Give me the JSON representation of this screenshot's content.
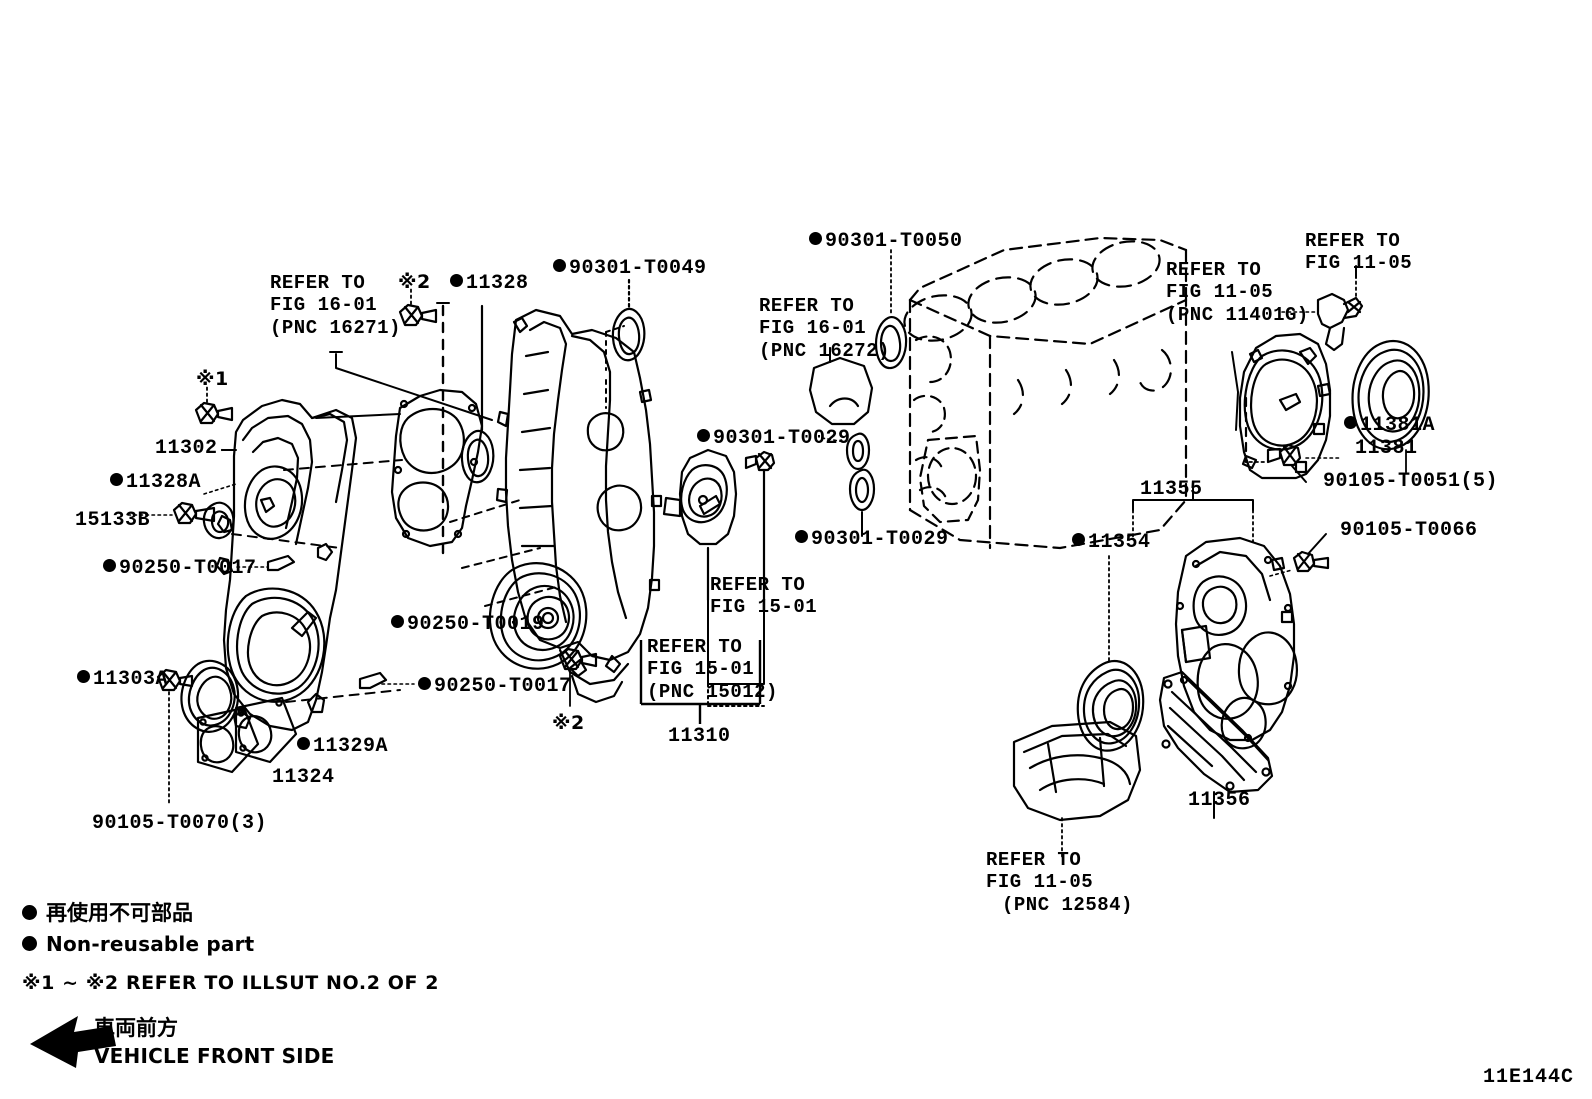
{
  "diagram": {
    "figure_code": "11E144C",
    "title": "Engine Timing Cover / Oil Seal Parts Diagram"
  },
  "legend": {
    "jp_nonreusable": "再使用不可部品",
    "en_nonreusable": "Non-reusable part",
    "illust_note": "※1 ~ ※2 REFER TO ILLSUT NO.2 OF 2",
    "jp_front": "車両前方",
    "en_front": "VEHICLE FRONT SIDE"
  },
  "marks": {
    "star1": "※1",
    "star2a": "※2",
    "star2b": "※2"
  },
  "parts": [
    {
      "id": "p11302",
      "label": "11302",
      "dot": false
    },
    {
      "id": "p11328A",
      "label": "11328A",
      "dot": true
    },
    {
      "id": "p15133B",
      "label": "15133B",
      "dot": false
    },
    {
      "id": "p90250a",
      "label": "90250-T0017",
      "dot": true
    },
    {
      "id": "p11303A",
      "label": "11303A",
      "dot": true
    },
    {
      "id": "p11329A",
      "label": "11329A",
      "dot": true
    },
    {
      "id": "p11324",
      "label": "11324",
      "dot": false
    },
    {
      "id": "p90105a",
      "label": "90105-T0070(3)",
      "dot": false
    },
    {
      "id": "p11328",
      "label": "11328",
      "dot": true
    },
    {
      "id": "p90301a",
      "label": "90301-T0049",
      "dot": true
    },
    {
      "id": "p90250b",
      "label": "90250-T0019",
      "dot": true
    },
    {
      "id": "p90250c",
      "label": "90250-T0017",
      "dot": true
    },
    {
      "id": "p11310",
      "label": "11310",
      "dot": false
    },
    {
      "id": "p90301b",
      "label": "90301-T0050",
      "dot": true
    },
    {
      "id": "p90301c",
      "label": "90301-T0029",
      "dot": true
    },
    {
      "id": "p90301d",
      "label": "90301-T0029",
      "dot": true
    },
    {
      "id": "p11381A",
      "label": "11381A",
      "dot": true
    },
    {
      "id": "p11381",
      "label": "11381",
      "dot": false
    },
    {
      "id": "p90105b",
      "label": "90105-T0051(5)",
      "dot": false
    },
    {
      "id": "p11355",
      "label": "11355",
      "dot": false
    },
    {
      "id": "p11354",
      "label": "11354",
      "dot": true
    },
    {
      "id": "p90105c",
      "label": "90105-T0066",
      "dot": false
    },
    {
      "id": "p11356",
      "label": "11356",
      "dot": false
    }
  ],
  "references": [
    {
      "id": "ref16271",
      "line1": "REFER TO",
      "line2": "FIG 16-01",
      "line3": "(PNC 16271)"
    },
    {
      "id": "ref16272",
      "line1": "REFER TO",
      "line2": "FIG 16-01",
      "line3": "(PNC 16272)"
    },
    {
      "id": "ref15012",
      "line1": "REFER TO",
      "line2": "FIG 15-01",
      "line3": "(PNC 15012)"
    },
    {
      "id": "ref1501b",
      "line1": "REFER TO",
      "line2": "FIG 15-01",
      "line3": ""
    },
    {
      "id": "ref11401G",
      "line1": "REFER TO",
      "line2": "FIG 11-05",
      "line3": "(PNC 11401G)"
    },
    {
      "id": "ref1105top",
      "line1": "REFER TO",
      "line2": "FIG 11-05",
      "line3": ""
    },
    {
      "id": "ref12584",
      "line1": "REFER TO",
      "line2": "FIG 11-05",
      "line3": "(PNC 12584)"
    }
  ],
  "colors": {
    "ink": "#000000",
    "background": "#ffffff"
  }
}
